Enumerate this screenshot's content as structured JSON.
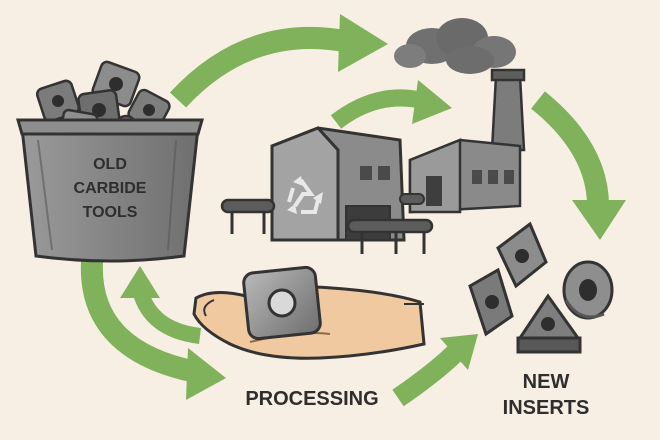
{
  "bin_label": {
    "line1": "OLD",
    "line2": "CARBIDE",
    "line3": "TOOLS"
  },
  "processing_label": "PROCESSING",
  "new_inserts_label": {
    "line1": "NEW",
    "line2": "INSERTS"
  },
  "icons": {
    "recycle": "recycle-icon",
    "arrows": "cycle-arrow-icon"
  },
  "colors": {
    "background": "#f7efe3",
    "arrow_green": "#7fb25a",
    "metal_dark": "#5d5d5d",
    "metal_mid": "#8a8a8a",
    "metal_light": "#b5b5b5",
    "skin": "#f1c9a0",
    "smoke": "#6b6b6b"
  }
}
